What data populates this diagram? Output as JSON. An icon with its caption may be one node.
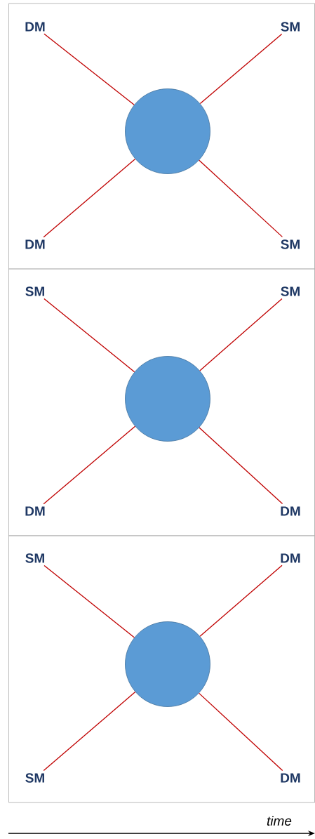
{
  "diagram": {
    "nodes": [
      {
        "text": [],
        "shape": "box"
      },
      {
        "text": [
          "DM"
        ],
        "in": 0
      },
      {
        "text": [
          "SM"
        ],
        "in": 0
      },
      {
        "text": [],
        "shape": "circle",
        "in": 0
      },
      {
        "text": [
          "DM"
        ],
        "in": 0
      },
      {
        "text": [
          "SM"
        ],
        "in": 0
      },
      {
        "text": [],
        "shape": "box"
      },
      {
        "text": [
          "SM"
        ],
        "in": 6
      },
      {
        "text": [
          "SM"
        ],
        "in": 6
      },
      {
        "text": [],
        "shape": "circle",
        "in": 6
      },
      {
        "text": [
          "DM"
        ],
        "in": 6
      },
      {
        "text": [
          "DM"
        ],
        "in": 6
      },
      {
        "text": [],
        "shape": "box"
      },
      {
        "text": [
          "SM"
        ],
        "in": 12
      },
      {
        "text": [
          "DM"
        ],
        "in": 12
      },
      {
        "text": [],
        "shape": "circle",
        "in": 12
      },
      {
        "text": [
          "SM"
        ],
        "in": 12
      },
      {
        "text": [
          "DM"
        ],
        "in": 12
      }
    ],
    "edges": [
      {
        "from": 1,
        "to": 3,
        "arrow": "none"
      },
      {
        "from": 2,
        "to": 3,
        "arrow": "none"
      },
      {
        "from": 4,
        "to": 3,
        "arrow": "none"
      },
      {
        "from": 5,
        "to": 3,
        "arrow": "none"
      },
      {
        "from": 7,
        "to": 9,
        "arrow": "none"
      },
      {
        "from": 8,
        "to": 9,
        "arrow": "none"
      },
      {
        "from": 10,
        "to": 9,
        "arrow": "none"
      },
      {
        "from": 11,
        "to": 9,
        "arrow": "none"
      },
      {
        "from": 13,
        "to": 15,
        "arrow": "none"
      },
      {
        "from": 14,
        "to": 15,
        "arrow": "none"
      },
      {
        "from": 16,
        "to": 15,
        "arrow": "none"
      },
      {
        "from": 17,
        "to": 15,
        "arrow": "none"
      }
    ],
    "labels": [
      "time"
    ]
  }
}
